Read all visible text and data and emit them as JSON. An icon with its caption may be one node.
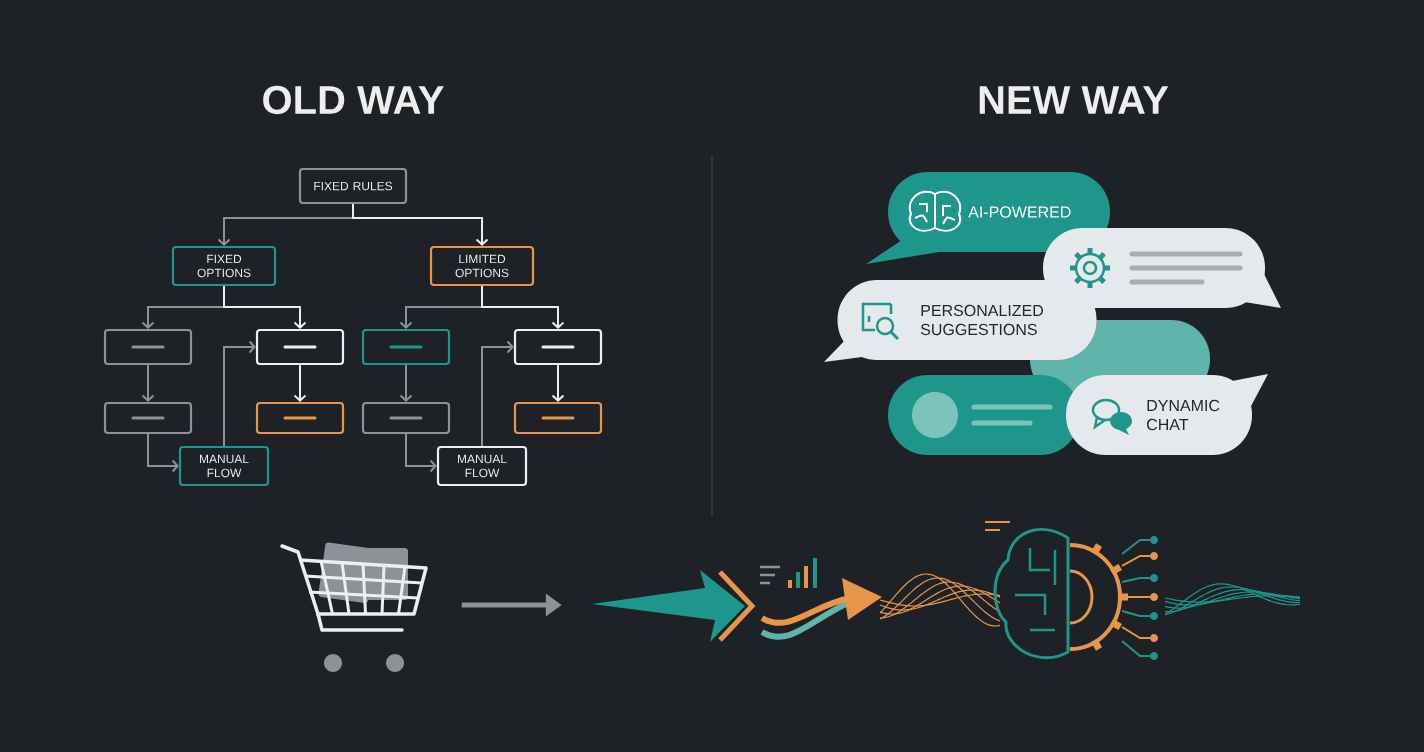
{
  "diagram": {
    "nodes": [
      {
        "text": [
          "FIXED RULES"
        ]
      },
      {
        "text": [
          "FIXED OPTIONS"
        ]
      },
      {
        "text": [
          "LIMITED OPTIONS"
        ]
      },
      {
        "text": [],
        "shape": "box"
      },
      {
        "text": [],
        "shape": "box"
      },
      {
        "text": [],
        "shape": "box"
      },
      {
        "text": [],
        "shape": "box"
      },
      {
        "text": [],
        "shape": "box"
      },
      {
        "text": [],
        "shape": "box"
      },
      {
        "text": [],
        "shape": "box"
      },
      {
        "text": [],
        "shape": "box"
      },
      {
        "text": [
          "MANUAL FLOW"
        ]
      },
      {
        "text": [
          "MANUAL FLOW"
        ]
      },
      {
        "text": [
          "AI-POWERED"
        ]
      },
      {
        "text": [],
        "shape": "bubble"
      },
      {
        "text": [
          "PERSONALIZED SUGGESTIONS"
        ]
      },
      {
        "text": [],
        "shape": "bubble"
      },
      {
        "text": [],
        "shape": "bubble"
      },
      {
        "text": [
          "DYNAMIC CHAT"
        ]
      },
      {
        "text": [],
        "shape": "picture"
      },
      {
        "text": [],
        "shape": "picture"
      }
    ],
    "edges": [
      {
        "from": 0,
        "to": 1,
        "arrow": "to"
      },
      {
        "from": 0,
        "to": 2,
        "arrow": "to",
        "color": "#eeeeee"
      },
      {
        "from": 1,
        "to": 3,
        "arrow": "to"
      },
      {
        "from": 1,
        "to": 4,
        "arrow": "to",
        "color": "#eeeeee"
      },
      {
        "from": 2,
        "to": 5,
        "arrow": "to"
      },
      {
        "from": 2,
        "to": 6,
        "arrow": "to",
        "color": "#eeeeee"
      },
      {
        "from": 3,
        "to": 7,
        "arrow": "to"
      },
      {
        "from": 4,
        "to": 8,
        "arrow": "to",
        "color": "#eeeeee"
      },
      {
        "from": 5,
        "to": 9,
        "arrow": "to"
      },
      {
        "from": 6,
        "to": 10,
        "arrow": "to",
        "color": "#eeeeee"
      },
      {
        "from": 7,
        "to": 11,
        "arrow": "to"
      },
      {
        "from": 11,
        "to": 4,
        "arrow": "to"
      },
      {
        "from": 9,
        "to": 12,
        "arrow": "to"
      },
      {
        "from": 12,
        "to": 6,
        "arrow": "to"
      },
      {
        "from": 19,
        "to": 20,
        "arrow": "to",
        "style": "thick"
      }
    ],
    "labels": [
      "OLD WAY",
      "NEW WAY"
    ]
  }
}
